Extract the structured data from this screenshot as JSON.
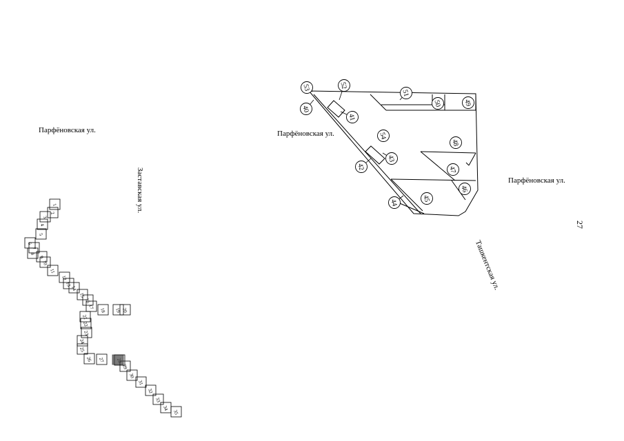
{
  "page_number": "27",
  "streets": {
    "parfenovskaya_left": "Парфёновская ул.",
    "parfenovskaya_center": "Парфёновская ул.",
    "parfenovskaya_right": "Парфёновская ул.",
    "zastavskaya": "Заставская ул.",
    "tashkentskaya": "Ташкентская ул."
  },
  "left_plot_labels": [
    "1",
    "2",
    "3",
    "4",
    "5",
    "6",
    "7",
    "8",
    "9",
    "10",
    "11",
    "12",
    "13",
    "14",
    "15",
    "16",
    "17",
    "18",
    "19",
    "20",
    "21",
    "22",
    "23",
    "24",
    "25",
    "26",
    "27",
    "28",
    "29",
    "30",
    "31",
    "32",
    "33",
    "34",
    "35"
  ],
  "right_plot_labels": [
    "40",
    "41",
    "42",
    "43",
    "44",
    "45",
    "46",
    "47",
    "48",
    "49",
    "50",
    "51",
    "52",
    "53",
    "54"
  ]
}
